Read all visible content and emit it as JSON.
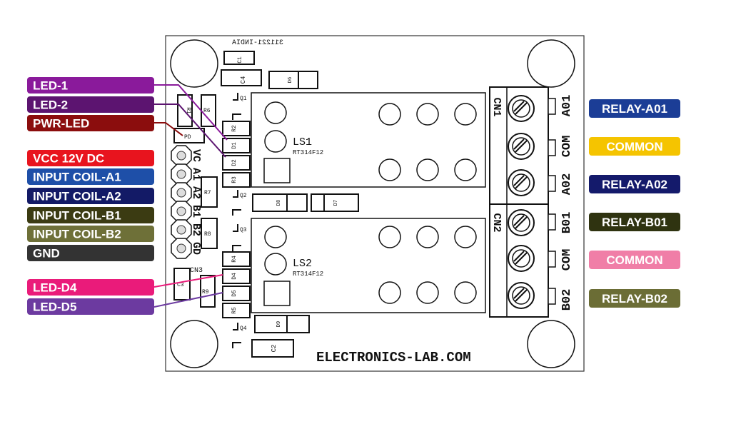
{
  "board": {
    "website": "ELECTRONICS-LAB.COM",
    "mirror_text": "311221-INDIA"
  },
  "left_labels": [
    {
      "text": "LED-1",
      "color": "#8a1a9b"
    },
    {
      "text": "LED-2",
      "color": "#5c1470"
    },
    {
      "text": "PWR-LED",
      "color": "#8b0d0d"
    },
    {
      "text": "VCC 12V DC",
      "color": "#e8141e"
    },
    {
      "text": "INPUT COIL-A1",
      "color": "#1e4fa8"
    },
    {
      "text": "INPUT COIL-A2",
      "color": "#131a66"
    },
    {
      "text": "INPUT COIL-B1",
      "color": "#3b3b12"
    },
    {
      "text": "INPUT COIL-B2",
      "color": "#6e7038"
    },
    {
      "text": "GND",
      "color": "#333333"
    },
    {
      "text": "LED-D4",
      "color": "#ea1b7a"
    },
    {
      "text": "LED-D5",
      "color": "#6c3aa0"
    }
  ],
  "right_labels": [
    {
      "text": "RELAY-A01",
      "color": "#1b3d96"
    },
    {
      "text": "COMMON",
      "color": "#f5c400"
    },
    {
      "text": "RELAY-A02",
      "color": "#141a6b"
    },
    {
      "text": "RELAY-B01",
      "color": "#2f3310"
    },
    {
      "text": "COMMON",
      "color": "#f07ea7"
    },
    {
      "text": "RELAY-B02",
      "color": "#6b6d35"
    }
  ],
  "relays": [
    {
      "name": "LS1",
      "part": "RT314F12"
    },
    {
      "name": "LS2",
      "part": "RT314F12"
    }
  ],
  "connectors": [
    {
      "name": "CN1",
      "pins": [
        "A01",
        "COM",
        "A02"
      ]
    },
    {
      "name": "CN2",
      "pins": [
        "B01",
        "COM",
        "B02"
      ]
    },
    {
      "name": "CN3",
      "pins": [
        "VC",
        "A1",
        "A2",
        "B1",
        "B2",
        "GD"
      ]
    }
  ],
  "components": {
    "capacitors": [
      "C1",
      "C4",
      "C3",
      "C2"
    ],
    "resistors": [
      "R1",
      "R6",
      "R2",
      "R3",
      "R7",
      "R8",
      "R4",
      "R9",
      "R5"
    ],
    "leds": [
      "D1",
      "D2",
      "D4",
      "D5",
      "PD"
    ],
    "diodes": [
      "D6",
      "D8",
      "D7",
      "D9"
    ],
    "transistors": [
      "Q1",
      "Q2",
      "Q3",
      "Q4"
    ]
  }
}
